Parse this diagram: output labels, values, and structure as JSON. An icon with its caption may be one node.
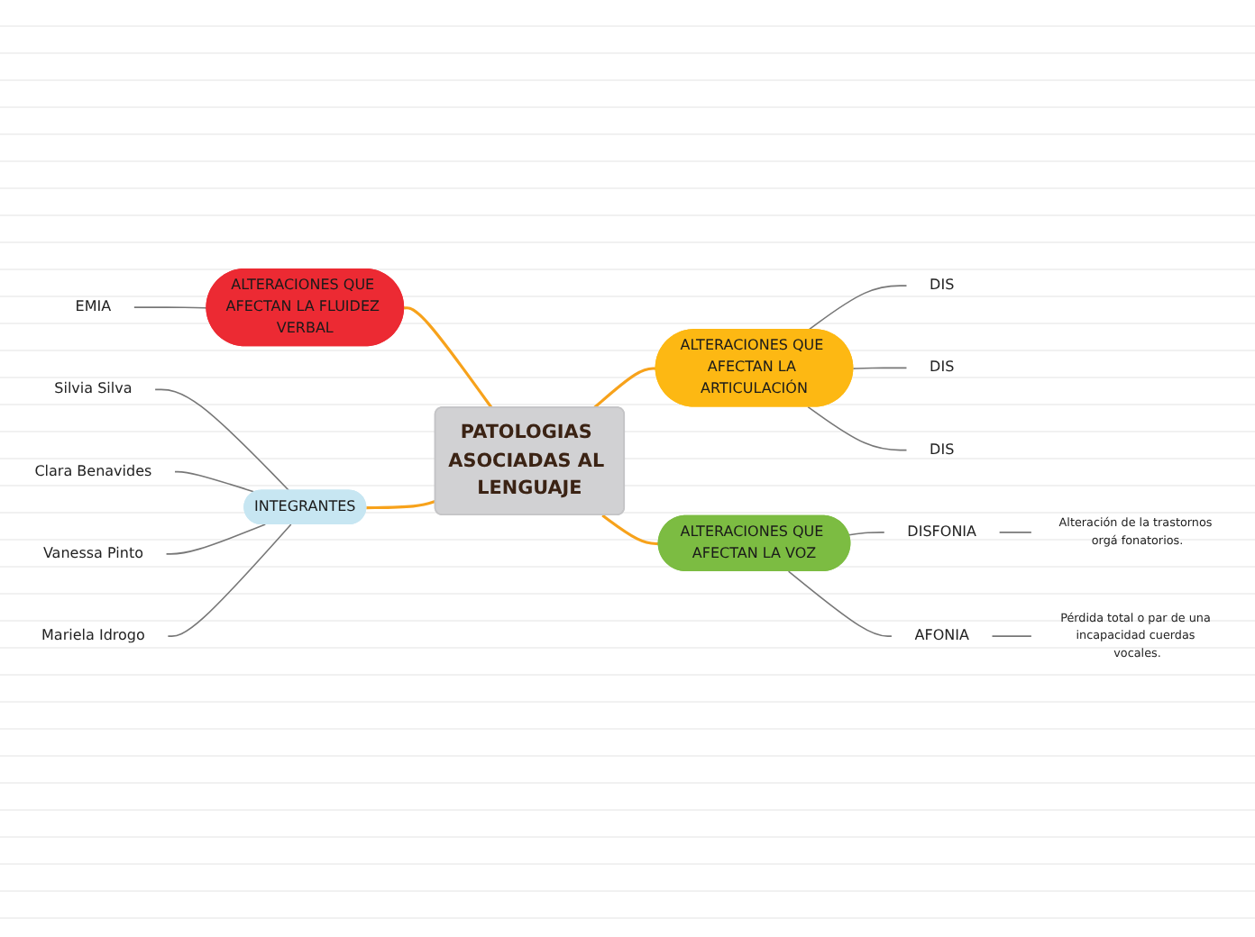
{
  "diagram": {
    "nodes": [
      {
        "text": [
          "PATOLOGIAS ASOCIADAS AL LENGUAJE"
        ]
      },
      {
        "text": [
          "ALTERACIONES QUE AFECTAN LA FLUIDEZ VERBAL"
        ]
      },
      {
        "text": [
          "EMIA"
        ]
      },
      {
        "text": [
          "ALTERACIONES QUE AFECTAN LA ARTICULACIÓN"
        ]
      },
      {
        "text": [
          "DIS"
        ]
      },
      {
        "text": [
          "DIS"
        ]
      },
      {
        "text": [
          "DIS"
        ]
      },
      {
        "text": [
          "INTEGRANTES"
        ]
      },
      {
        "text": [
          "Silvia Silva"
        ]
      },
      {
        "text": [
          "Clara Benavides"
        ]
      },
      {
        "text": [
          "Vanessa Pinto"
        ]
      },
      {
        "text": [
          "Mariela Idrogo"
        ]
      },
      {
        "text": [
          "ALTERACIONES QUE AFECTAN LA VOZ"
        ]
      },
      {
        "text": [
          "DISFONIA"
        ]
      },
      {
        "text": [
          "Alteración de la trastornos orgá fonatorios."
        ]
      },
      {
        "text": [
          "AFONIA"
        ]
      },
      {
        "text": [
          "Pérdida total o par de una incapacidad cuerdas vocales."
        ]
      }
    ],
    "edges": [
      {
        "from": 1,
        "to": 0,
        "arrow": "none",
        "color": "#f7a21b"
      },
      {
        "from": 2,
        "to": 1,
        "arrow": "none"
      },
      {
        "from": 0,
        "to": 3,
        "arrow": "none",
        "color": "#f7a21b"
      },
      {
        "from": 3,
        "to": 4,
        "arrow": "none"
      },
      {
        "from": 3,
        "to": 5,
        "arrow": "none"
      },
      {
        "from": 3,
        "to": 6,
        "arrow": "none"
      },
      {
        "from": 7,
        "to": 0,
        "arrow": "none",
        "color": "#f7a21b"
      },
      {
        "from": 8,
        "to": 7,
        "arrow": "none"
      },
      {
        "from": 9,
        "to": 7,
        "arrow": "none"
      },
      {
        "from": 10,
        "to": 7,
        "arrow": "none"
      },
      {
        "from": 11,
        "to": 7,
        "arrow": "none"
      },
      {
        "from": 0,
        "to": 12,
        "arrow": "none",
        "color": "#f7a21b"
      },
      {
        "from": 12,
        "to": 13,
        "arrow": "none"
      },
      {
        "from": 12,
        "to": 15,
        "arrow": "none"
      },
      {
        "from": 13,
        "to": 14,
        "arrow": "none"
      },
      {
        "from": 15,
        "to": 16,
        "arrow": "none"
      }
    ]
  }
}
